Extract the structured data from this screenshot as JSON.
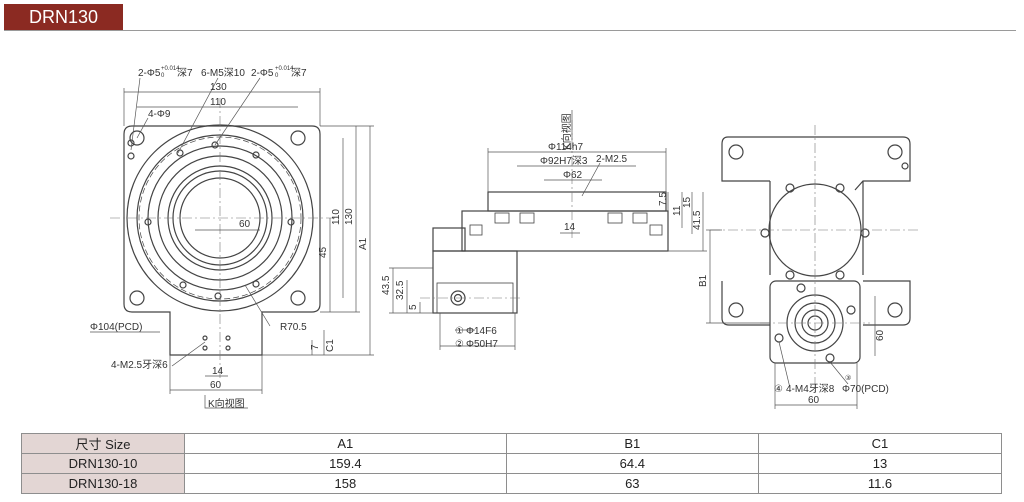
{
  "header": {
    "model": "DRN130"
  },
  "colors": {
    "title_bg": "#8b2a22",
    "table_head_bg": "#e3d6d4",
    "line": "#444444"
  },
  "view1": {
    "holes_a": "2-Φ5",
    "holes_a_tol": "+0.014",
    "holes_a_tol2": "0",
    "holes_a_depth": "深7",
    "tapped": "6-M5深10",
    "holes_b": "2-Φ5",
    "holes_b_tol": "+0.014",
    "holes_b_tol2": "0",
    "holes_b_depth": "深7",
    "width_outer": "130",
    "width_inner": "110",
    "hole4": "4-Φ9",
    "center": "60",
    "dim_45": "45",
    "dim_110": "110",
    "dim_130": "130",
    "dim_a1": "A1",
    "pcd": "Φ104(PCD)",
    "radius": "R70.5",
    "dim_7": "7",
    "dim_c1": "C1",
    "thread": "4-M2.5牙深6",
    "dim_14": "14",
    "dim_60": "60",
    "view_label": "K向视图"
  },
  "view2": {
    "view_label": "K向视图",
    "d114": "Φ114h7",
    "d92": "Φ92H7深3",
    "m25": "2-M2.5",
    "d62": "Φ62",
    "dim_75": "7.5",
    "dim_11": "11",
    "dim_15": "15",
    "dim_415": "41.5",
    "dim_14": "14",
    "dim_435": "43.5",
    "dim_325": "32.5",
    "dim_5": "5",
    "n1": "①",
    "shaft1": "Φ14F6",
    "n2": "②",
    "shaft2": "Φ50H7"
  },
  "view3": {
    "dim_b1": "B1",
    "dim_60v": "60",
    "n3": "③",
    "n4": "④",
    "thread": "4-M4牙深8",
    "pcd": "Φ70(PCD)",
    "dim_60h": "60"
  },
  "table": {
    "headers": [
      "尺寸 Size",
      "A1",
      "B1",
      "C1"
    ],
    "rows": [
      [
        "DRN130-10",
        "159.4",
        "64.4",
        "13"
      ],
      [
        "DRN130-18",
        "158",
        "63",
        "11.6"
      ]
    ]
  }
}
